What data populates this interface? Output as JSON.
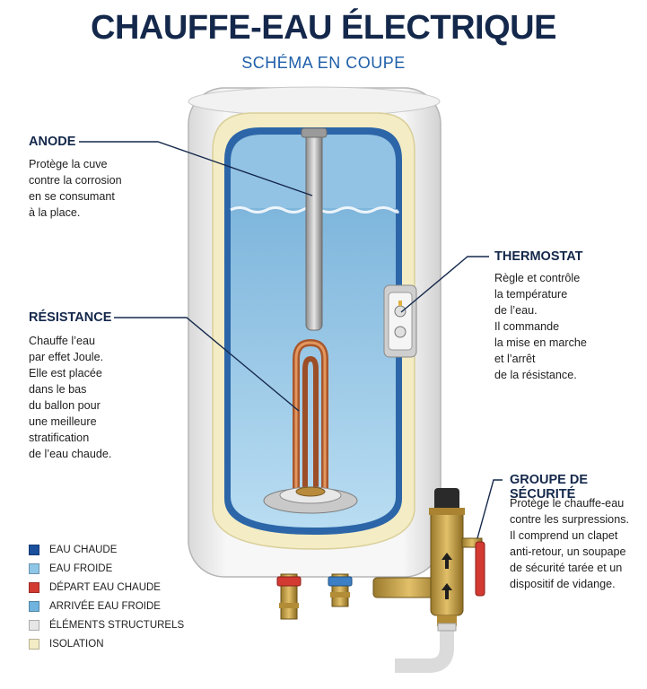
{
  "header": {
    "title": "CHAUFFE-EAU ÉLECTRIQUE",
    "subtitle": "SCHÉMA EN COUPE"
  },
  "labels": {
    "anode": {
      "title": "ANODE",
      "desc": "Protège la cuve\ncontre la corrosion\nen se consumant\nà la place."
    },
    "resistance": {
      "title": "RÉSISTANCE",
      "desc": "Chauffe l’eau\npar effet Joule.\nElle est placée\ndans le bas\ndu ballon pour\nune meilleure\nstratification\nde l’eau chaude."
    },
    "thermostat": {
      "title": "THERMOSTAT",
      "desc": "Règle et contrôle\nla température\nde l’eau.\nIl commande\nla mise en marche\net l’arrêt\nde la résistance."
    },
    "groupe": {
      "title": "GROUPE DE SÉCURITÉ",
      "desc": "Protège le chauffe-eau\ncontre les surpressions.\nIl comprend un clapet\nanti-retour, un soupape\nde sécurité tarée et un\ndispositif de vidange."
    }
  },
  "legend": [
    {
      "label": "EAU CHAUDE",
      "color": "#1a4f9c"
    },
    {
      "label": "EAU FROIDE",
      "color": "#8ec6e6"
    },
    {
      "label": "DÉPART EAU CHAUDE",
      "color": "#d23a32"
    },
    {
      "label": "ARRIVÉE EAU FROIDE",
      "color": "#6fb3de"
    },
    {
      "label": "ÉLÉMENTS STRUCTURELS",
      "color": "#e6e6e6"
    },
    {
      "label": "ISOLATION",
      "color": "#f4ecc4"
    }
  ]
}
